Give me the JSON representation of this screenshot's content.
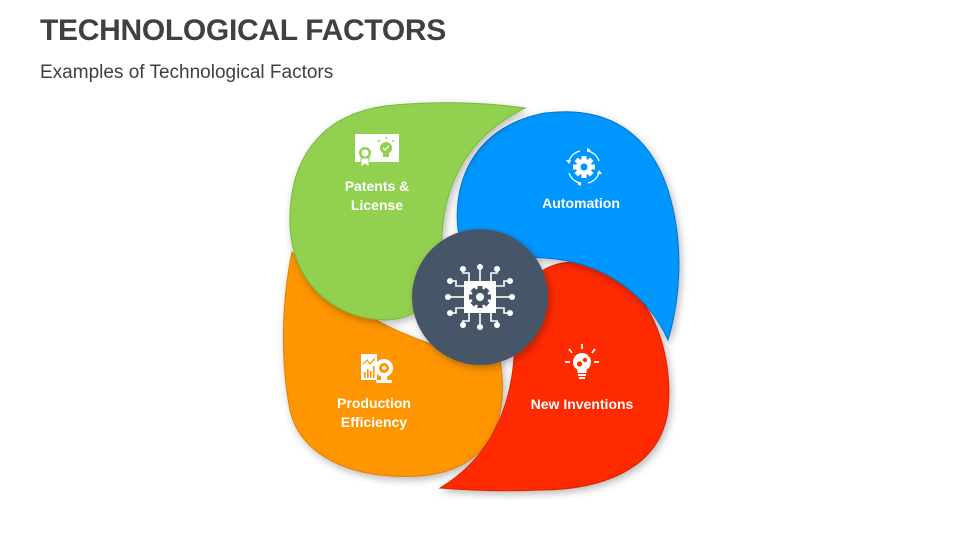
{
  "header": {
    "title": "TECHNOLOGICAL FACTORS",
    "subtitle": "Examples of Technological Factors"
  },
  "center": {
    "icon": "circuit-gear-icon",
    "color": "#475569"
  },
  "petals": [
    {
      "id": "patents",
      "label_line1": "Patents &",
      "label_line2": "License",
      "icon": "certificate-lightbulb-icon",
      "color": "#92D050"
    },
    {
      "id": "automation",
      "label_line1": "Automation",
      "label_line2": "",
      "icon": "gear-cycle-icon",
      "color": "#0096FF"
    },
    {
      "id": "inventions",
      "label_line1": "New Inventions",
      "label_line2": "",
      "icon": "lightbulb-gears-icon",
      "color": "#FF2A00"
    },
    {
      "id": "production",
      "label_line1": "Production",
      "label_line2": "Efficiency",
      "icon": "chart-webcam-gear-icon",
      "color": "#FF9500"
    }
  ]
}
